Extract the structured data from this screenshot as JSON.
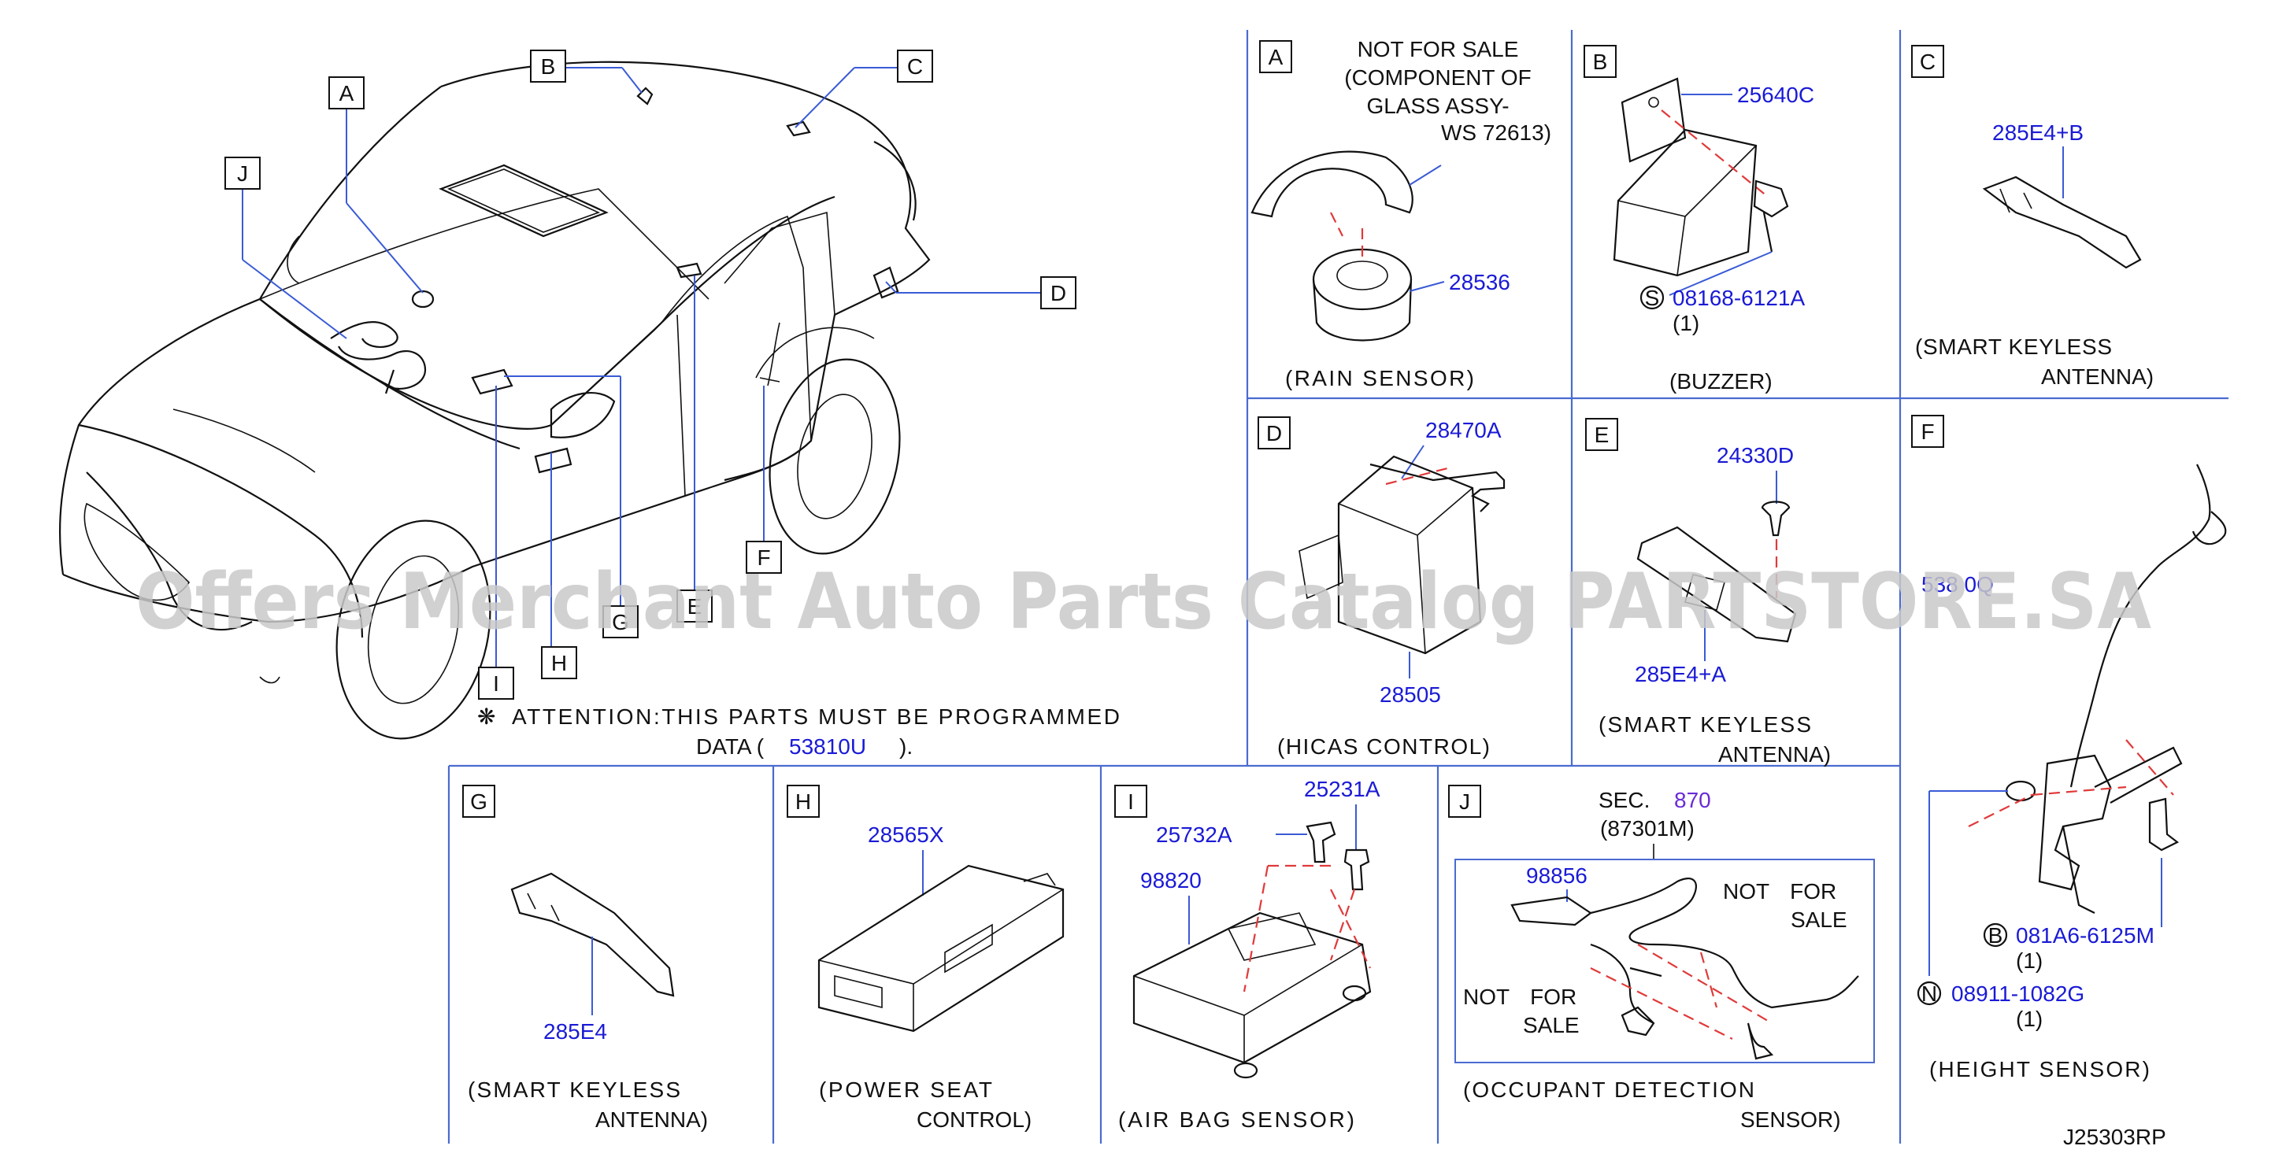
{
  "figure_code": "J25303RP",
  "watermark": "Offers Merchant Auto Parts Catalog PARTSTORE.SA",
  "attention": {
    "symbol": "❋",
    "line1": "ATTENTION:THIS PARTS MUST BE PROGRAMMED",
    "line2_prefix": "DATA (",
    "part": "53810U",
    "line2_suffix": ")."
  },
  "callouts": [
    "A",
    "B",
    "C",
    "D",
    "E",
    "F",
    "G",
    "H",
    "I",
    "J"
  ],
  "panels": {
    "A": {
      "letter": "A",
      "note": [
        "NOT FOR SALE",
        "(COMPONENT OF",
        "GLASS ASSY-",
        "WS 72613)"
      ],
      "parts": [
        "28536"
      ],
      "caption": [
        "(RAIN SENSOR)"
      ]
    },
    "B": {
      "letter": "B",
      "parts": [
        "25640C",
        "08168-6121A"
      ],
      "symbol": "S",
      "qty": "(1)",
      "caption": [
        "(BUZZER)"
      ]
    },
    "C": {
      "letter": "C",
      "parts": [
        "285E4+B"
      ],
      "caption": [
        "(SMART KEYLESS",
        "ANTENNA)"
      ]
    },
    "D": {
      "letter": "D",
      "parts": [
        "28470A",
        "28505"
      ],
      "caption": [
        "(HICAS CONTROL)"
      ]
    },
    "E": {
      "letter": "E",
      "parts": [
        "24330D",
        "285E4+A"
      ],
      "caption": [
        "(SMART KEYLESS",
        "ANTENNA)"
      ]
    },
    "F": {
      "letter": "F",
      "parts": [
        "538 0Q",
        "081A6-6125M",
        "08911-1082G"
      ],
      "symbols": [
        "B",
        "N"
      ],
      "qty": [
        "(1)",
        "(1)"
      ],
      "caption": [
        "(HEIGHT SENSOR)"
      ]
    },
    "G": {
      "letter": "G",
      "parts": [
        "285E4"
      ],
      "caption": [
        "(SMART KEYLESS",
        "ANTENNA)"
      ]
    },
    "H": {
      "letter": "H",
      "parts": [
        "28565X"
      ],
      "caption": [
        "(POWER SEAT",
        "CONTROL)"
      ]
    },
    "I": {
      "letter": "I",
      "parts": [
        "25231A",
        "25732A",
        "98820"
      ],
      "caption": [
        "(AIR BAG SENSOR)"
      ]
    },
    "J": {
      "letter": "J",
      "sec_prefix": "SEC.",
      "sec_number": "870",
      "sec_sub": "(87301M)",
      "parts": [
        "98856"
      ],
      "notes": [
        [
          "NOT",
          "FOR",
          "SALE"
        ],
        [
          "NOT",
          "FOR",
          "SALE"
        ]
      ],
      "caption": [
        "(OCCUPANT DETECTION",
        "SENSOR)"
      ]
    }
  },
  "colors": {
    "part_number": "#1a1ad6",
    "section_ref": "#6a2bd6",
    "dashed_line": "#e03a3a",
    "grid": "#4a6bd0"
  }
}
